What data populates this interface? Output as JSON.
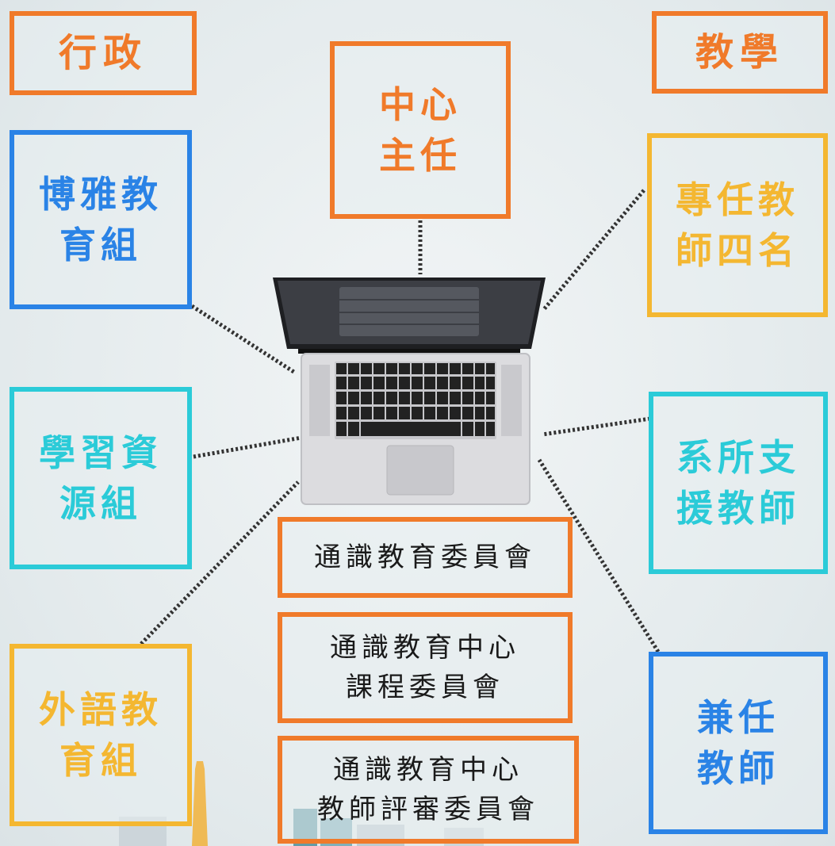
{
  "headers": {
    "admin": "行政",
    "teaching": "教學"
  },
  "center": {
    "director": "中心\n主任"
  },
  "admin_units": [
    {
      "label": "博雅教\n育組"
    },
    {
      "label": "學習資\n源組"
    },
    {
      "label": "外語教\n育組"
    }
  ],
  "teaching_units": [
    {
      "label": "專任教\n師四名"
    },
    {
      "label": "系所支\n援教師"
    },
    {
      "label": "兼任\n教師"
    }
  ],
  "committees": [
    {
      "label": "通識教育委員會"
    },
    {
      "label": "通識教育中心\n課程委員會"
    },
    {
      "label": "通識教育中心\n教師評審委員會"
    }
  ],
  "colors": {
    "orange": "#f07a2a",
    "blue": "#2a83e6",
    "cyan": "#2bcbd8",
    "gold": "#f4b731",
    "connector": "#333333"
  },
  "icons": [
    "laptop-icon"
  ]
}
